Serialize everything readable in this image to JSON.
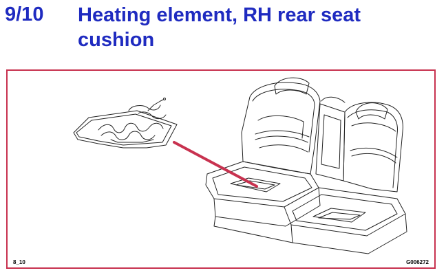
{
  "header": {
    "step": "9/10",
    "title": "Heating element, RH rear seat cushion"
  },
  "figure": {
    "left_code": "8_10",
    "right_code": "G006272",
    "frame_color": "#c8324f",
    "pointer_color": "#c8324f",
    "text_color": "#1f2bc0"
  }
}
